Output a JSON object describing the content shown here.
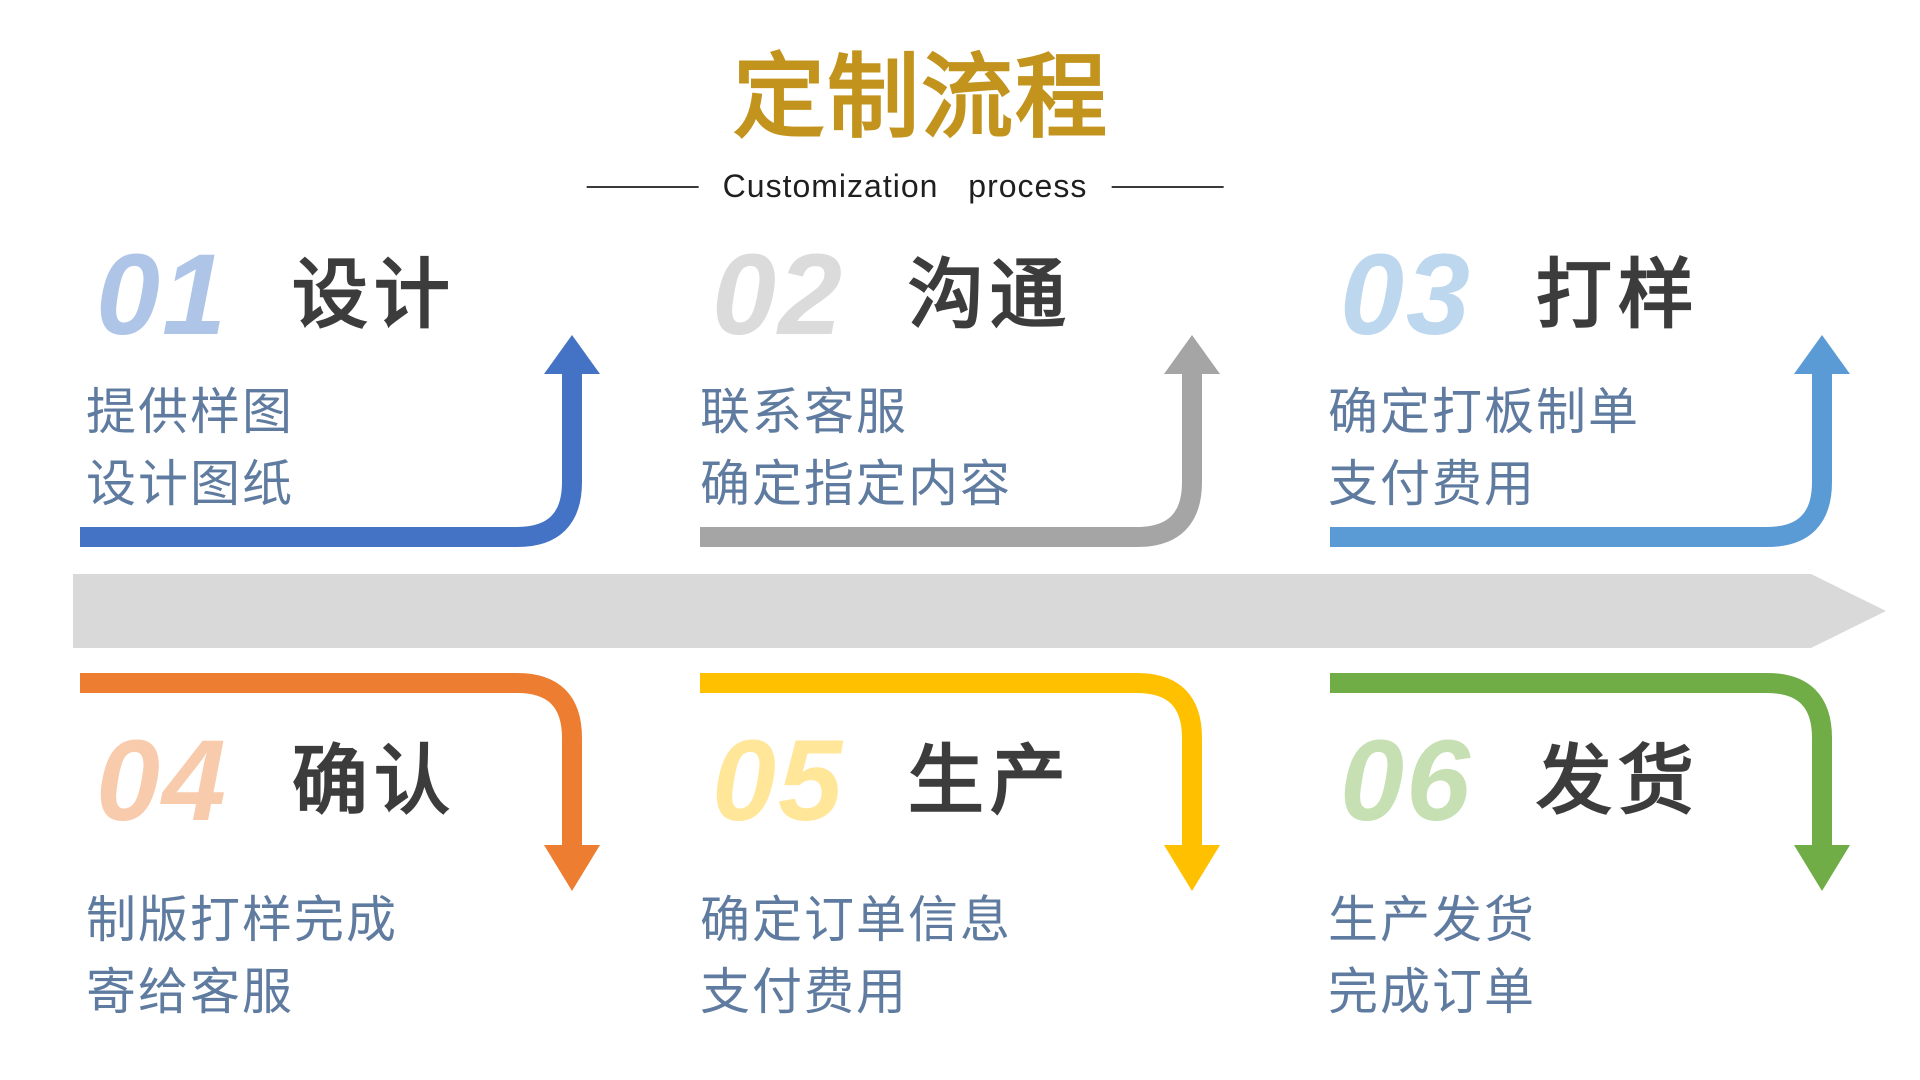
{
  "header": {
    "title": "定制流程",
    "subtitle": "Customization  process",
    "title_color": "#c2941e"
  },
  "steps": [
    {
      "number": "01",
      "title": "设计",
      "lines": [
        "提供样图",
        "设计图纸"
      ],
      "arrow_color": "#4472c4",
      "number_color": "#aec5e8",
      "row": "top"
    },
    {
      "number": "02",
      "title": "沟通",
      "lines": [
        "联系客服",
        "确定指定内容"
      ],
      "arrow_color": "#a5a5a5",
      "number_color": "#dbdbdb",
      "row": "top"
    },
    {
      "number": "03",
      "title": "打样",
      "lines": [
        "确定打板制单",
        "支付费用"
      ],
      "arrow_color": "#5b9bd5",
      "number_color": "#bdd7ee",
      "row": "top"
    },
    {
      "number": "04",
      "title": "确认",
      "lines": [
        "制版打样完成",
        "寄给客服"
      ],
      "arrow_color": "#ed7d31",
      "number_color": "#f8cbad",
      "row": "bottom"
    },
    {
      "number": "05",
      "title": "生产",
      "lines": [
        "确定订单信息",
        "支付费用"
      ],
      "arrow_color": "#ffc000",
      "number_color": "#ffe699",
      "row": "bottom"
    },
    {
      "number": "06",
      "title": "发货",
      "lines": [
        "生产发货",
        "完成订单"
      ],
      "arrow_color": "#70ad47",
      "number_color": "#c6e0b4",
      "row": "bottom"
    }
  ],
  "timeline": {
    "color": "#d9d9d9",
    "direction": "right"
  }
}
